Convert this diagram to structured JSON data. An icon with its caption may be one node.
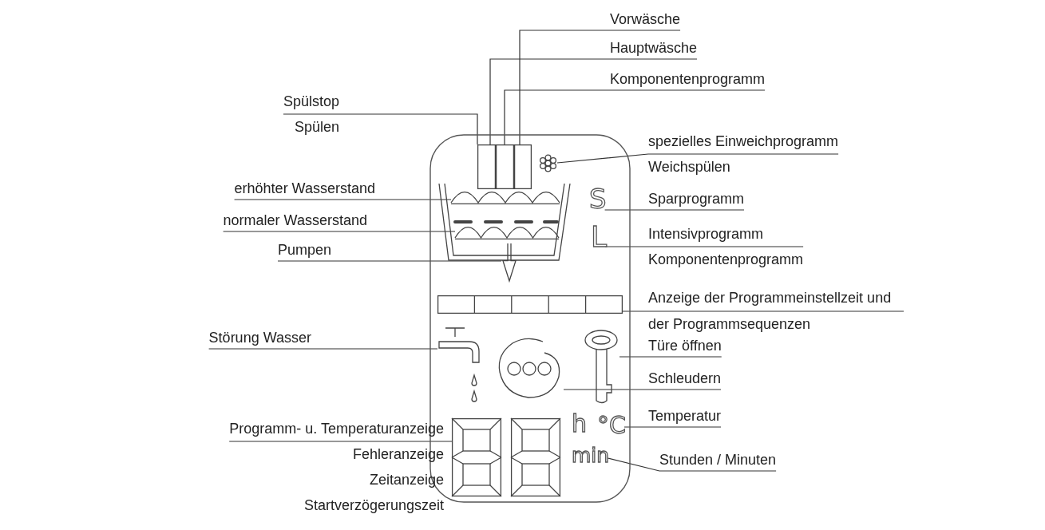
{
  "diagram": {
    "nodes": [
      {
        "text": [],
        "shape": "box"
      },
      {
        "text": [],
        "shape": "box",
        "in": 0
      },
      {
        "text": [],
        "shape": "box",
        "in": 0
      },
      {
        "text": [],
        "shape": "box",
        "in": 0
      },
      {
        "text": [],
        "shape": "flower",
        "in": 0
      },
      {
        "text": [],
        "shape": "wave",
        "in": 0
      },
      {
        "text": [],
        "shape": "wave",
        "in": 0
      },
      {
        "text": [],
        "shape": "arrow",
        "in": 0
      },
      {
        "text": [
          "S"
        ],
        "in": 0
      },
      {
        "text": [
          "L"
        ],
        "in": 0
      },
      {
        "text": [],
        "shape": "bar",
        "in": 0
      },
      {
        "text": [],
        "shape": "tap",
        "in": 0
      },
      {
        "text": [],
        "shape": "spiral",
        "in": 0
      },
      {
        "text": [],
        "shape": "key",
        "in": 0
      },
      {
        "text": [
          "°C"
        ],
        "in": 0
      },
      {
        "text": [
          "min"
        ],
        "in": 0
      },
      {
        "text": [],
        "shape": "digit",
        "in": 0
      },
      {
        "text": [],
        "shape": "digit",
        "in": 0
      },
      {
        "text": [
          "Vorwäsche"
        ]
      },
      {
        "text": [
          "Hauptwäsche"
        ]
      },
      {
        "text": [
          "Komponentenprogramm"
        ]
      },
      {
        "text": [
          "Spülstop",
          "Spülen"
        ]
      },
      {
        "text": [
          "spezielles Einweichprogramm",
          "Weichspülen"
        ]
      },
      {
        "text": [
          "erhöhter Wasserstand"
        ]
      },
      {
        "text": [
          "Sparprogramm"
        ]
      },
      {
        "text": [
          "normaler Wasserstand"
        ]
      },
      {
        "text": [
          "Intensivprogramm",
          "Komponentenprogramm"
        ]
      },
      {
        "text": [
          "Pumpen"
        ]
      },
      {
        "text": [
          "Anzeige der Programmeinstellzeit und der Programmsequenzen"
        ]
      },
      {
        "text": [
          "Störung Wasser"
        ]
      },
      {
        "text": [
          "Türe öffnen"
        ]
      },
      {
        "text": [
          "Schleudern"
        ]
      },
      {
        "text": [
          "Temperatur"
        ]
      },
      {
        "text": [
          "Programm- u. Temperaturanzeige",
          "Fehleranzeige",
          "Zeitanzeige",
          "Startverzögerungszeit"
        ]
      },
      {
        "text": [
          "Stunden / Minuten"
        ]
      }
    ],
    "edges": [
      {
        "from": 18,
        "to": 3,
        "arrow": "none"
      },
      {
        "from": 19,
        "to": 1,
        "arrow": "none"
      },
      {
        "from": 20,
        "to": 2,
        "arrow": "none"
      },
      {
        "from": 21,
        "to": 1,
        "arrow": "none"
      },
      {
        "from": 22,
        "to": 4,
        "arrow": "none"
      },
      {
        "from": 23,
        "to": 5,
        "arrow": "none"
      },
      {
        "from": 24,
        "to": 8,
        "arrow": "none"
      },
      {
        "from": 25,
        "to": 6,
        "arrow": "none"
      },
      {
        "from": 26,
        "to": 9,
        "arrow": "none"
      },
      {
        "from": 27,
        "to": 7,
        "arrow": "none"
      },
      {
        "from": 28,
        "to": 10,
        "arrow": "none"
      },
      {
        "from": 29,
        "to": 11,
        "arrow": "none"
      },
      {
        "from": 30,
        "to": 13,
        "arrow": "none"
      },
      {
        "from": 31,
        "to": 12,
        "arrow": "none"
      },
      {
        "from": 32,
        "to": 14,
        "arrow": "none"
      },
      {
        "from": 33,
        "to": 16,
        "arrow": "none"
      },
      {
        "from": 34,
        "to": 15,
        "arrow": "none"
      }
    ],
    "labels": [
      "h"
    ]
  }
}
